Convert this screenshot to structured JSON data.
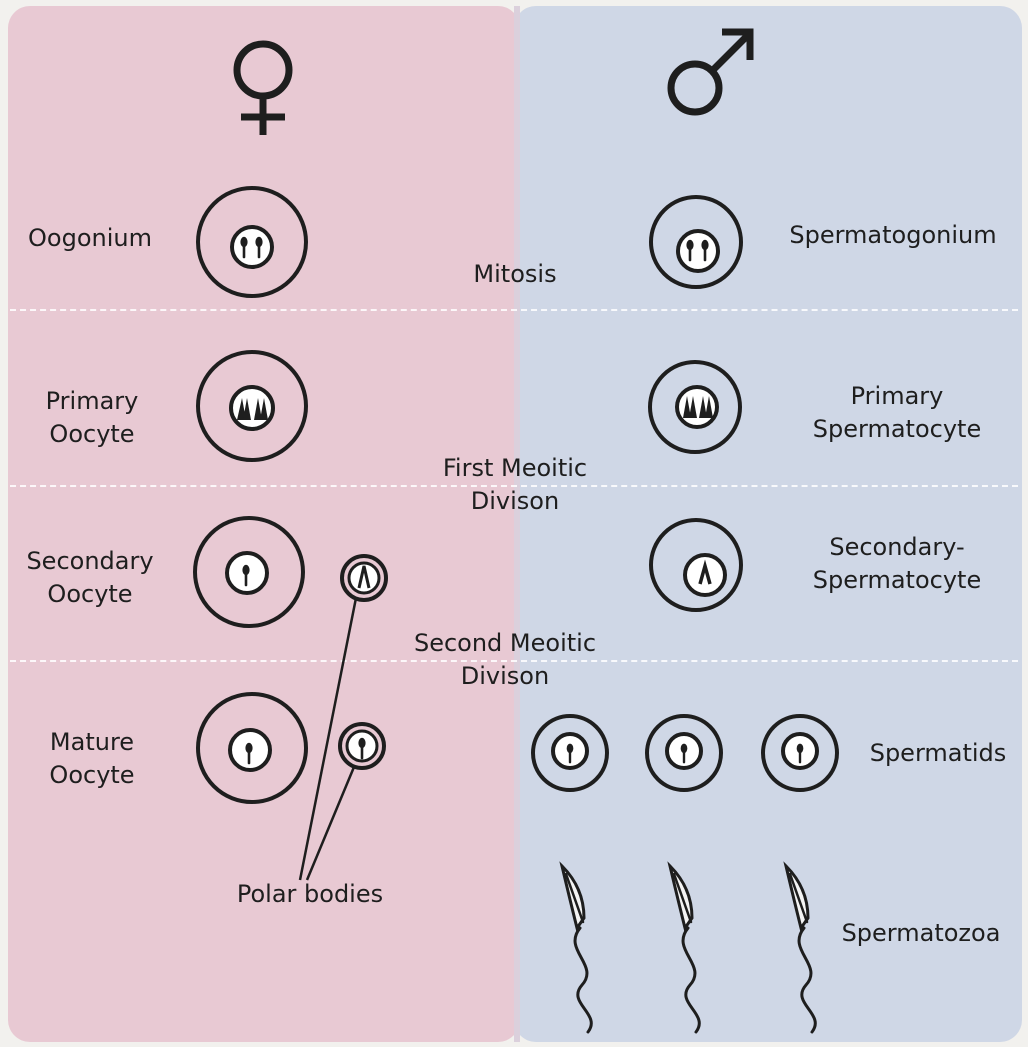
{
  "colors": {
    "female_panel": "#e8c9d3",
    "male_panel": "#cfd7e6",
    "ink": "#1e1e1e",
    "divider": "#ffffff"
  },
  "icons": {
    "female": "venus-symbol-icon",
    "male": "mars-symbol-icon"
  },
  "stages": {
    "mitosis": "Mitosis",
    "first_meiotic": "First Meoitic\nDivison",
    "second_meiotic": "Second Meoitic\nDivison"
  },
  "female": {
    "oogonium": "Oogonium",
    "primary_oocyte": "Primary\nOocyte",
    "secondary_oocyte": "Secondary\nOocyte",
    "mature_oocyte": "Mature\nOocyte",
    "polar_bodies": "Polar bodies"
  },
  "male": {
    "spermatogonium": "Spermatogonium",
    "primary_spermatocyte": "Primary\nSpermatocyte",
    "secondary_spermatocyte": "Secondary-\nSpermatocyte",
    "spermatids": "Spermatids",
    "spermatozoa": "Spermatozoa"
  }
}
